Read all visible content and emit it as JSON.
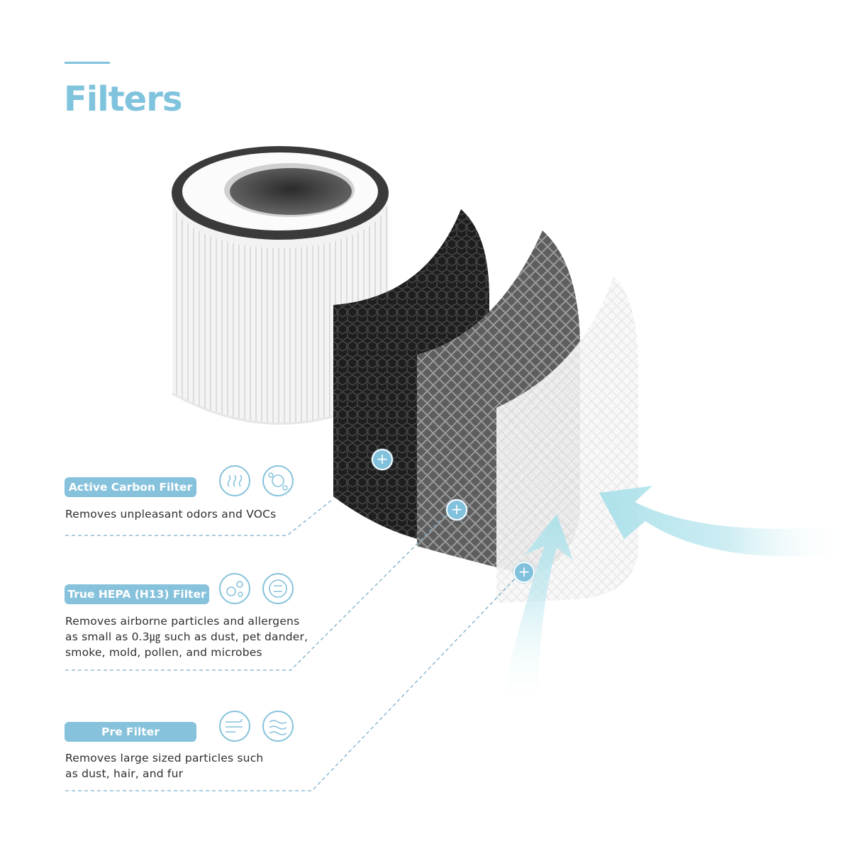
{
  "header": {
    "title": "Filters"
  },
  "filters": [
    {
      "label": "Active Carbon Filter",
      "lines": [
        "Removes unpleasant odors and VOCs"
      ],
      "icons": [
        "odor-wave-icon",
        "voc-particle-icon"
      ]
    },
    {
      "label": "True HEPA (H13) Filter",
      "lines": [
        "Removes airborne particles and allergens",
        "as small as 0.3㎍ such as dust, pet dander,",
        "smoke, mold, pollen, and microbes"
      ],
      "icons": [
        "allergen-bubbles-icon",
        "microbe-icon"
      ]
    },
    {
      "label": "Pre Filter",
      "lines": [
        "Removes large sized particles such",
        "as dust, hair, and fur"
      ],
      "icons": [
        "wind-dust-icon",
        "hair-fur-icon"
      ]
    }
  ],
  "markers": {
    "plus": "+"
  },
  "colors": {
    "accent": "#7fc3dd",
    "pill": "#86c2db",
    "carbon": "#2a2a2a",
    "hepa": "#6a6a6a",
    "airflow": "#bfe8ef"
  }
}
